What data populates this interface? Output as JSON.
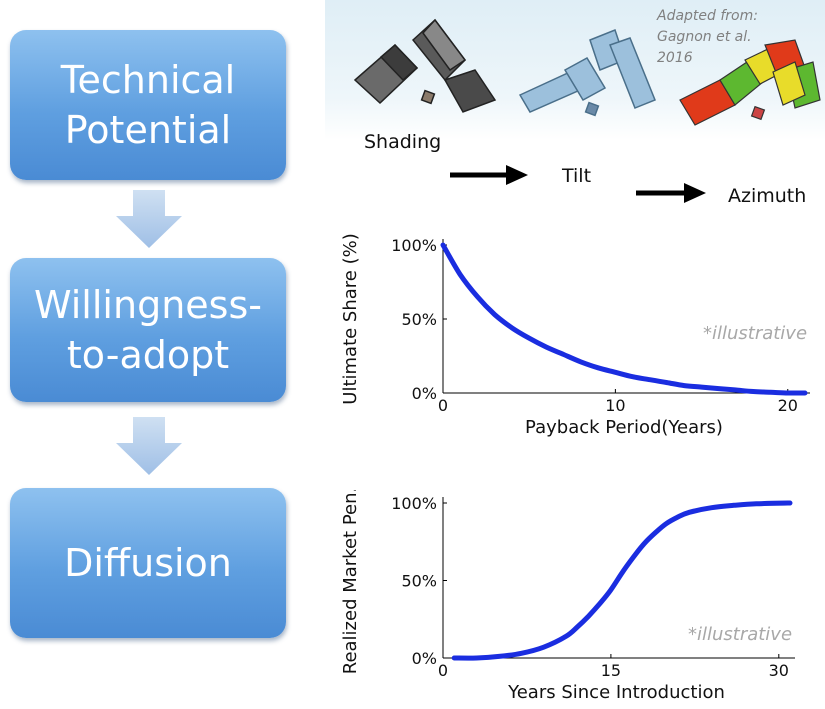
{
  "steps": [
    {
      "line1": "Technical",
      "line2": "Potential"
    },
    {
      "line1": "Willingness-",
      "line2": "to-adopt"
    },
    {
      "line1": "Diffusion",
      "line2": ""
    }
  ],
  "stages": {
    "shading": "Shading",
    "tilt": "Tilt",
    "azimuth": "Azimuth"
  },
  "attribution": {
    "line1": "Adapted from:",
    "line2": "Gagnon et al.",
    "line3": "2016"
  },
  "chart_data": [
    {
      "type": "line",
      "title": "",
      "xlabel": "Payback Period(Years)",
      "ylabel": "Ultimate Share (%)",
      "xlim": [
        0,
        21
      ],
      "ylim": [
        0,
        100
      ],
      "xticks": [
        "0",
        "10",
        "20"
      ],
      "yticks": [
        "0%",
        "50%",
        "100%"
      ],
      "annotation": "*illustrative",
      "series": [
        {
          "color": "#1a2de0",
          "x": [
            0,
            1,
            2,
            3,
            4,
            5,
            6,
            7,
            8,
            9,
            10,
            11,
            12,
            13,
            14,
            15,
            16,
            17,
            18,
            19,
            20,
            21
          ],
          "y": [
            100,
            80,
            65,
            53,
            44,
            37,
            31,
            26,
            21,
            17,
            14,
            11,
            9,
            7,
            5,
            4,
            3,
            2,
            1,
            0.5,
            0,
            0
          ]
        }
      ]
    },
    {
      "type": "line",
      "title": "",
      "xlabel": "Years Since Introduction",
      "ylabel": "Realized Market Pen.",
      "xlim": [
        0,
        31
      ],
      "ylim": [
        0,
        100
      ],
      "xticks": [
        "0",
        "15",
        "30"
      ],
      "yticks": [
        "0%",
        "50%",
        "100%"
      ],
      "annotation": "*illustrative",
      "series": [
        {
          "color": "#1a2de0",
          "x": [
            1,
            3,
            5,
            7,
            9,
            11,
            12,
            13,
            14,
            15,
            16,
            17,
            18,
            19,
            20,
            21,
            22,
            24,
            26,
            28,
            31
          ],
          "y": [
            0,
            0,
            1,
            3,
            7,
            14,
            20,
            27,
            35,
            44,
            55,
            65,
            74,
            81,
            87,
            91,
            94,
            97,
            98.5,
            99.5,
            100
          ]
        }
      ]
    }
  ]
}
